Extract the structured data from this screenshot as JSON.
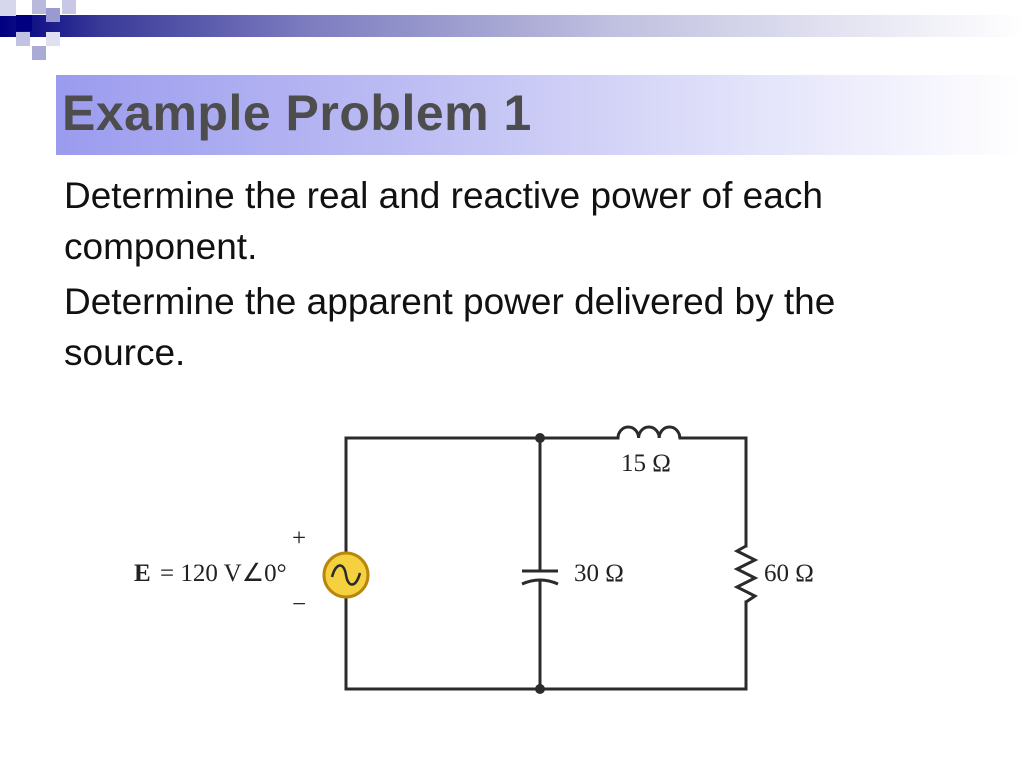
{
  "slide": {
    "title": "Example Problem 1",
    "paragraphs": [
      "Determine the real and reactive power of each component.",
      "Determine the apparent power delivered by the source."
    ]
  },
  "circuit": {
    "source": {
      "symbol": "E",
      "expression": "= 120 V∠0°",
      "plus": "+",
      "minus": "−"
    },
    "inductor": {
      "label": "15 Ω"
    },
    "capacitor": {
      "label": "30 Ω"
    },
    "resistor": {
      "label": "60 Ω"
    }
  },
  "colors": {
    "accent": "#000080",
    "title_text": "#4d4d4d",
    "source_fill": "#f5d03f",
    "source_stroke": "#b8860b"
  }
}
